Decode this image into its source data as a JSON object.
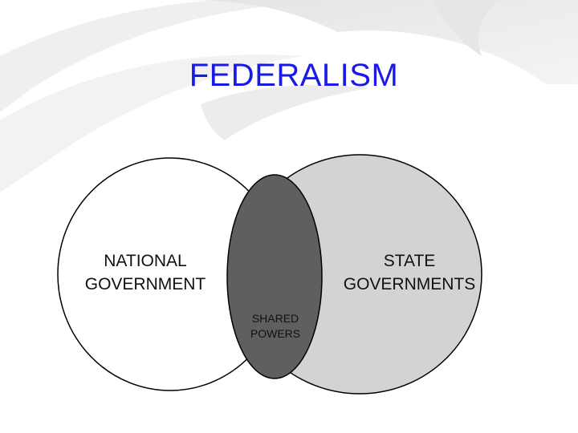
{
  "slide": {
    "title": "FEDERALISM"
  },
  "venn": {
    "national": {
      "line1": "NATIONAL",
      "line2": "GOVERNMENT"
    },
    "state": {
      "line1": "STATE",
      "line2": "GOVERNMENTS"
    },
    "shared": {
      "line1": "SHARED",
      "line2": "POWERS"
    }
  },
  "colors": {
    "title": "#1a1ae6",
    "national_fill": "#ffffff",
    "state_fill": "#d3d3d3",
    "shared_fill": "#5f5f5f",
    "outline": "#000000"
  }
}
